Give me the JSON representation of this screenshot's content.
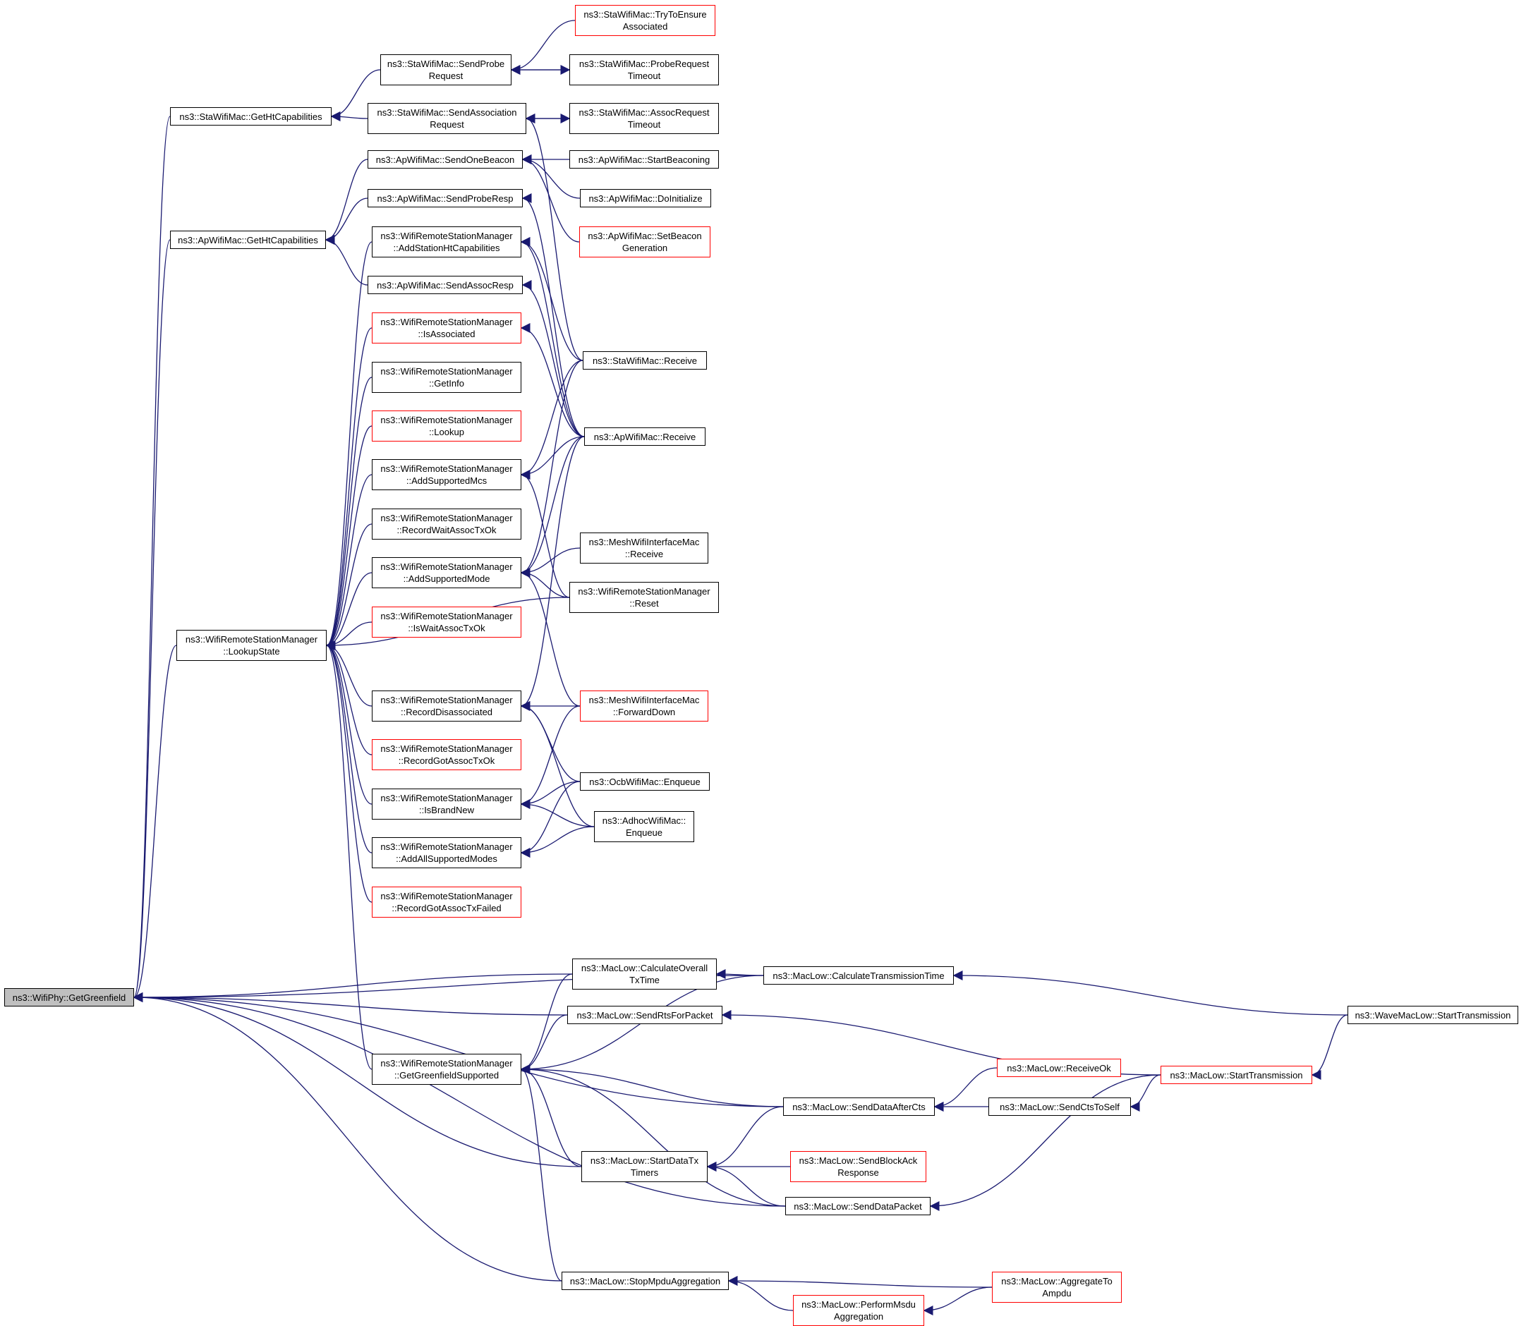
{
  "graph": {
    "root": "wifiphy",
    "colors": {
      "edge": "#191970",
      "border_normal": "#000000",
      "border_truncated": "#ff0000",
      "root_fill": "#bfbfbf",
      "background": "#ffffff"
    },
    "nodes": [
      {
        "id": "wifiphy",
        "lines": [
          "ns3::WifiPhy::GetGreenfield"
        ],
        "truncated": false
      },
      {
        "id": "sta_getht",
        "lines": [
          "ns3::StaWifiMac::GetHtCapabilities"
        ],
        "truncated": false
      },
      {
        "id": "ap_getht",
        "lines": [
          "ns3::ApWifiMac::GetHtCapabilities"
        ],
        "truncated": false
      },
      {
        "id": "wrsm_lookupstate",
        "lines": [
          "ns3::WifiRemoteStationManager",
          "::LookupState"
        ],
        "truncated": false
      },
      {
        "id": "sta_sendprobe",
        "lines": [
          "ns3::StaWifiMac::SendProbe",
          "Request"
        ],
        "truncated": false
      },
      {
        "id": "sta_sendassoc",
        "lines": [
          "ns3::StaWifiMac::SendAssociation",
          "Request"
        ],
        "truncated": false
      },
      {
        "id": "ap_sendonebeacon",
        "lines": [
          "ns3::ApWifiMac::SendOneBeacon"
        ],
        "truncated": false
      },
      {
        "id": "ap_sendproberesp",
        "lines": [
          "ns3::ApWifiMac::SendProbeResp"
        ],
        "truncated": false
      },
      {
        "id": "wrsm_addstationht",
        "lines": [
          "ns3::WifiRemoteStationManager",
          "::AddStationHtCapabilities"
        ],
        "truncated": false
      },
      {
        "id": "ap_sendassocresp",
        "lines": [
          "ns3::ApWifiMac::SendAssocResp"
        ],
        "truncated": false
      },
      {
        "id": "wrsm_isassociated",
        "lines": [
          "ns3::WifiRemoteStationManager",
          "::IsAssociated"
        ],
        "truncated": true
      },
      {
        "id": "wrsm_getinfo",
        "lines": [
          "ns3::WifiRemoteStationManager",
          "::GetInfo"
        ],
        "truncated": false
      },
      {
        "id": "wrsm_lookup",
        "lines": [
          "ns3::WifiRemoteStationManager",
          "::Lookup"
        ],
        "truncated": true
      },
      {
        "id": "wrsm_addsupportedmcs",
        "lines": [
          "ns3::WifiRemoteStationManager",
          "::AddSupportedMcs"
        ],
        "truncated": false
      },
      {
        "id": "wrsm_recordwaitassoc",
        "lines": [
          "ns3::WifiRemoteStationManager",
          "::RecordWaitAssocTxOk"
        ],
        "truncated": false
      },
      {
        "id": "wrsm_addsupportedmode",
        "lines": [
          "ns3::WifiRemoteStationManager",
          "::AddSupportedMode"
        ],
        "truncated": false
      },
      {
        "id": "wrsm_iswaitassoc",
        "lines": [
          "ns3::WifiRemoteStationManager",
          "::IsWaitAssocTxOk"
        ],
        "truncated": true
      },
      {
        "id": "wrsm_recorddisassoc",
        "lines": [
          "ns3::WifiRemoteStationManager",
          "::RecordDisassociated"
        ],
        "truncated": false
      },
      {
        "id": "wrsm_recordgotassocok",
        "lines": [
          "ns3::WifiRemoteStationManager",
          "::RecordGotAssocTxOk"
        ],
        "truncated": true
      },
      {
        "id": "wrsm_isbrandnew",
        "lines": [
          "ns3::WifiRemoteStationManager",
          "::IsBrandNew"
        ],
        "truncated": false
      },
      {
        "id": "wrsm_addallsupported",
        "lines": [
          "ns3::WifiRemoteStationManager",
          "::AddAllSupportedModes"
        ],
        "truncated": false
      },
      {
        "id": "wrsm_recordgotassocfailed",
        "lines": [
          "ns3::WifiRemoteStationManager",
          "::RecordGotAssocTxFailed"
        ],
        "truncated": true
      },
      {
        "id": "wrsm_getgreenfieldsupported",
        "lines": [
          "ns3::WifiRemoteStationManager",
          "::GetGreenfieldSupported"
        ],
        "truncated": false
      },
      {
        "id": "sta_trytoensure",
        "lines": [
          "ns3::StaWifiMac::TryToEnsure",
          "Associated"
        ],
        "truncated": true
      },
      {
        "id": "sta_probereqtimeout",
        "lines": [
          "ns3::StaWifiMac::ProbeRequest",
          "Timeout"
        ],
        "truncated": false
      },
      {
        "id": "sta_assocreqtimeout",
        "lines": [
          "ns3::StaWifiMac::AssocRequest",
          "Timeout"
        ],
        "truncated": false
      },
      {
        "id": "ap_startbeaconing",
        "lines": [
          "ns3::ApWifiMac::StartBeaconing"
        ],
        "truncated": false
      },
      {
        "id": "ap_doinitialize",
        "lines": [
          "ns3::ApWifiMac::DoInitialize"
        ],
        "truncated": false
      },
      {
        "id": "ap_setbeacongen",
        "lines": [
          "ns3::ApWifiMac::SetBeacon",
          "Generation"
        ],
        "truncated": true
      },
      {
        "id": "sta_receive",
        "lines": [
          "ns3::StaWifiMac::Receive"
        ],
        "truncated": false
      },
      {
        "id": "ap_receive",
        "lines": [
          "ns3::ApWifiMac::Receive"
        ],
        "truncated": false
      },
      {
        "id": "mesh_receive",
        "lines": [
          "ns3::MeshWifiInterfaceMac",
          "::Receive"
        ],
        "truncated": false
      },
      {
        "id": "wrsm_reset",
        "lines": [
          "ns3::WifiRemoteStationManager",
          "::Reset"
        ],
        "truncated": false
      },
      {
        "id": "mesh_forwarddown",
        "lines": [
          "ns3::MeshWifiInterfaceMac",
          "::ForwardDown"
        ],
        "truncated": true
      },
      {
        "id": "ocb_enqueue",
        "lines": [
          "ns3::OcbWifiMac::Enqueue"
        ],
        "truncated": false
      },
      {
        "id": "adhoc_enqueue",
        "lines": [
          "ns3::AdhocWifiMac::",
          "Enqueue"
        ],
        "truncated": false
      },
      {
        "id": "maclow_calcoverall",
        "lines": [
          "ns3::MacLow::CalculateOverall",
          "TxTime"
        ],
        "truncated": false
      },
      {
        "id": "maclow_calctransmission",
        "lines": [
          "ns3::MacLow::CalculateTransmissionTime"
        ],
        "truncated": false
      },
      {
        "id": "maclow_sendrts",
        "lines": [
          "ns3::MacLow::SendRtsForPacket"
        ],
        "truncated": false
      },
      {
        "id": "wavemaclow_start",
        "lines": [
          "ns3::WaveMacLow::StartTransmission"
        ],
        "truncated": false
      },
      {
        "id": "maclow_receiveok",
        "lines": [
          "ns3::MacLow::ReceiveOk"
        ],
        "truncated": true
      },
      {
        "id": "maclow_starttransmission",
        "lines": [
          "ns3::MacLow::StartTransmission"
        ],
        "truncated": true
      },
      {
        "id": "maclow_senddataaftercts",
        "lines": [
          "ns3::MacLow::SendDataAfterCts"
        ],
        "truncated": false
      },
      {
        "id": "maclow_sendctstoself",
        "lines": [
          "ns3::MacLow::SendCtsToSelf"
        ],
        "truncated": false
      },
      {
        "id": "maclow_startdatatx",
        "lines": [
          "ns3::MacLow::StartDataTx",
          "Timers"
        ],
        "truncated": false
      },
      {
        "id": "maclow_sendblockack",
        "lines": [
          "ns3::MacLow::SendBlockAck",
          "Response"
        ],
        "truncated": true
      },
      {
        "id": "maclow_senddatapacket",
        "lines": [
          "ns3::MacLow::SendDataPacket"
        ],
        "truncated": false
      },
      {
        "id": "maclow_stopmpdu",
        "lines": [
          "ns3::MacLow::StopMpduAggregation"
        ],
        "truncated": false
      },
      {
        "id": "maclow_aggregatetoampdu",
        "lines": [
          "ns3::MacLow::AggregateTo",
          "Ampdu"
        ],
        "truncated": true
      },
      {
        "id": "maclow_performmsdu",
        "lines": [
          "ns3::MacLow::PerformMsdu",
          "Aggregation"
        ],
        "truncated": true
      }
    ],
    "edges": [
      [
        "sta_getht",
        "wifiphy"
      ],
      [
        "ap_getht",
        "wifiphy"
      ],
      [
        "wrsm_lookupstate",
        "wifiphy"
      ],
      [
        "maclow_calctransmission",
        "wifiphy"
      ],
      [
        "maclow_calcoverall",
        "wifiphy"
      ],
      [
        "maclow_sendrts",
        "wifiphy"
      ],
      [
        "maclow_senddataaftercts",
        "wifiphy"
      ],
      [
        "maclow_startdatatx",
        "wifiphy"
      ],
      [
        "maclow_senddatapacket",
        "wifiphy"
      ],
      [
        "maclow_stopmpdu",
        "wifiphy"
      ],
      [
        "sta_sendprobe",
        "sta_getht"
      ],
      [
        "sta_sendassoc",
        "sta_getht"
      ],
      [
        "ap_sendonebeacon",
        "ap_getht"
      ],
      [
        "ap_sendproberesp",
        "ap_getht"
      ],
      [
        "ap_sendassocresp",
        "ap_getht"
      ],
      [
        "sta_trytoensure",
        "sta_sendprobe"
      ],
      [
        "sta_probereqtimeout",
        "sta_sendprobe"
      ],
      [
        "sta_sendprobe",
        "sta_probereqtimeout"
      ],
      [
        "sta_assocreqtimeout",
        "sta_sendassoc"
      ],
      [
        "sta_sendassoc",
        "sta_assocreqtimeout"
      ],
      [
        "sta_receive",
        "sta_sendassoc"
      ],
      [
        "ap_startbeaconing",
        "ap_sendonebeacon"
      ],
      [
        "ap_doinitialize",
        "ap_sendonebeacon"
      ],
      [
        "ap_setbeacongen",
        "ap_sendonebeacon"
      ],
      [
        "ap_receive",
        "ap_sendproberesp"
      ],
      [
        "ap_receive",
        "ap_sendassocresp"
      ],
      [
        "sta_receive",
        "wrsm_addstationht"
      ],
      [
        "ap_receive",
        "wrsm_addstationht"
      ],
      [
        "ap_receive",
        "wrsm_isassociated"
      ],
      [
        "sta_receive",
        "wrsm_addsupportedmcs"
      ],
      [
        "ap_receive",
        "wrsm_addsupportedmcs"
      ],
      [
        "wrsm_reset",
        "wrsm_addsupportedmcs"
      ],
      [
        "sta_receive",
        "wrsm_addsupportedmode"
      ],
      [
        "ap_receive",
        "wrsm_addsupportedmode"
      ],
      [
        "mesh_receive",
        "wrsm_addsupportedmode"
      ],
      [
        "wrsm_reset",
        "wrsm_addsupportedmode"
      ],
      [
        "mesh_forwarddown",
        "wrsm_addsupportedmode"
      ],
      [
        "ap_receive",
        "wrsm_recorddisassoc"
      ],
      [
        "mesh_forwarddown",
        "wrsm_recorddisassoc"
      ],
      [
        "ocb_enqueue",
        "wrsm_recorddisassoc"
      ],
      [
        "adhoc_enqueue",
        "wrsm_recorddisassoc"
      ],
      [
        "mesh_forwarddown",
        "wrsm_isbrandnew"
      ],
      [
        "ocb_enqueue",
        "wrsm_isbrandnew"
      ],
      [
        "adhoc_enqueue",
        "wrsm_isbrandnew"
      ],
      [
        "ocb_enqueue",
        "wrsm_addallsupported"
      ],
      [
        "adhoc_enqueue",
        "wrsm_addallsupported"
      ],
      [
        "wrsm_addstationht",
        "wrsm_lookupstate"
      ],
      [
        "wrsm_isassociated",
        "wrsm_lookupstate"
      ],
      [
        "wrsm_getinfo",
        "wrsm_lookupstate"
      ],
      [
        "wrsm_lookup",
        "wrsm_lookupstate"
      ],
      [
        "wrsm_addsupportedmcs",
        "wrsm_lookupstate"
      ],
      [
        "wrsm_recordwaitassoc",
        "wrsm_lookupstate"
      ],
      [
        "wrsm_addsupportedmode",
        "wrsm_lookupstate"
      ],
      [
        "wrsm_iswaitassoc",
        "wrsm_lookupstate"
      ],
      [
        "wrsm_reset",
        "wrsm_lookupstate"
      ],
      [
        "wrsm_recorddisassoc",
        "wrsm_lookupstate"
      ],
      [
        "wrsm_recordgotassocok",
        "wrsm_lookupstate"
      ],
      [
        "wrsm_isbrandnew",
        "wrsm_lookupstate"
      ],
      [
        "wrsm_addallsupported",
        "wrsm_lookupstate"
      ],
      [
        "wrsm_recordgotassocfailed",
        "wrsm_lookupstate"
      ],
      [
        "wrsm_getgreenfieldsupported",
        "wrsm_lookupstate"
      ],
      [
        "maclow_calcoverall",
        "wrsm_getgreenfieldsupported"
      ],
      [
        "maclow_sendrts",
        "wrsm_getgreenfieldsupported"
      ],
      [
        "maclow_calctransmission",
        "wrsm_getgreenfieldsupported"
      ],
      [
        "maclow_senddataaftercts",
        "wrsm_getgreenfieldsupported"
      ],
      [
        "maclow_startdatatx",
        "wrsm_getgreenfieldsupported"
      ],
      [
        "maclow_senddatapacket",
        "wrsm_getgreenfieldsupported"
      ],
      [
        "maclow_stopmpdu",
        "wrsm_getgreenfieldsupported"
      ],
      [
        "maclow_calctransmission",
        "maclow_calcoverall"
      ],
      [
        "wavemaclow_start",
        "maclow_calctransmission"
      ],
      [
        "maclow_starttransmission",
        "maclow_sendrts"
      ],
      [
        "wavemaclow_start",
        "maclow_starttransmission"
      ],
      [
        "maclow_receiveok",
        "maclow_senddataaftercts"
      ],
      [
        "maclow_sendctstoself",
        "maclow_senddataaftercts"
      ],
      [
        "maclow_starttransmission",
        "maclow_sendctstoself"
      ],
      [
        "maclow_senddataaftercts",
        "maclow_startdatatx"
      ],
      [
        "maclow_sendblockack",
        "maclow_startdatatx"
      ],
      [
        "maclow_senddatapacket",
        "maclow_startdatatx"
      ],
      [
        "maclow_starttransmission",
        "maclow_senddatapacket"
      ],
      [
        "maclow_aggregatetoampdu",
        "maclow_stopmpdu"
      ],
      [
        "maclow_performmsdu",
        "maclow_stopmpdu"
      ],
      [
        "maclow_aggregatetoampdu",
        "maclow_performmsdu"
      ]
    ]
  }
}
